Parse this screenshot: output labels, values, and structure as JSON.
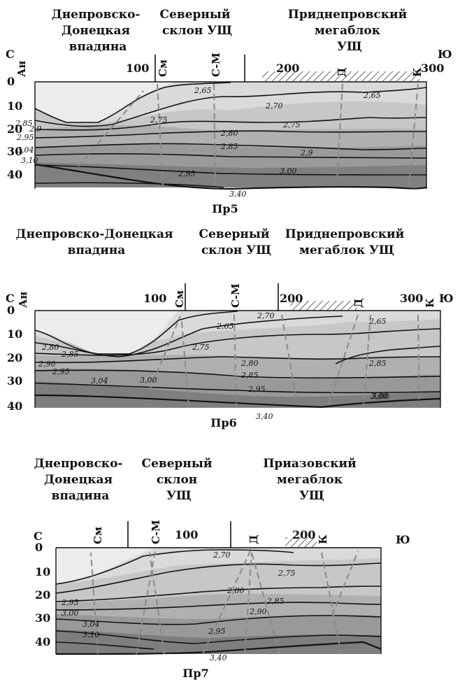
{
  "profiles": [
    {
      "id": "pr5",
      "name": "Пр5",
      "headers": {
        "left": [
          "Днепровско-",
          "Донецкая",
          "впадина"
        ],
        "middle": [
          "Северный",
          "склон УЩ"
        ],
        "right": [
          "Приднепровский",
          "мегаблок",
          "УЩ"
        ]
      },
      "dir_left": "С",
      "dir_right": "Ю",
      "depth_ticks": [
        "0",
        "10",
        "20",
        "30",
        "40"
      ],
      "distance_ticks": [
        "100",
        "200",
        "300"
      ],
      "faults": [
        "Ан",
        "См",
        "С-М",
        "Д",
        "К"
      ],
      "density_labels": [
        "2,65",
        "2,70",
        "2,75",
        "2,80",
        "2,85",
        "2,9",
        "2,95",
        "3,00",
        "2,65",
        "2,75",
        "2,85",
        "2,9",
        "2,95",
        "3,04",
        "3,10"
      ],
      "base_label": "3,40"
    },
    {
      "id": "pr6",
      "name": "Пр6",
      "headers": {
        "left": [
          "Днепровско-Донецкая",
          "впадина"
        ],
        "middle": [
          "Северный",
          "склон УЩ"
        ],
        "right": [
          "Приднепровский",
          "мегаблок  УЩ"
        ]
      },
      "dir_left": "С",
      "dir_right": "Ю",
      "depth_ticks": [
        "0",
        "10",
        "20",
        "30",
        "40"
      ],
      "distance_ticks": [
        "100",
        "200",
        "300"
      ],
      "faults": [
        "Ан",
        "См",
        "С-М",
        "Д",
        "К"
      ],
      "density_labels": [
        "2,65",
        "2,70",
        "2,75",
        "2,80",
        "2,85",
        "2,95",
        "3,00",
        "2,65",
        "2,85",
        "3,00",
        "2,80",
        "2,85",
        "2,90",
        "2,95",
        "3,04",
        "3,00"
      ],
      "base_label": "3,40"
    },
    {
      "id": "pr7",
      "name": "Пр7",
      "headers": {
        "left": [
          "Днепровско-",
          "Донецкая",
          "впадина"
        ],
        "middle": [
          "Северный",
          "склон",
          "УЩ"
        ],
        "right": [
          "Приазовский",
          "мегаблок",
          "УЩ"
        ]
      },
      "dir_left": "С",
      "dir_right": "Ю",
      "depth_ticks": [
        "0",
        "10",
        "20",
        "30",
        "40"
      ],
      "distance_ticks": [
        "100",
        "200"
      ],
      "faults": [
        "См",
        "С-М",
        "Д",
        "К"
      ],
      "density_labels": [
        "2,70",
        "2,75",
        "2,80",
        "2,85",
        "2,90",
        "2,95",
        "2,95",
        "3,00",
        "3,04",
        "3,10"
      ],
      "base_label": "3,40"
    }
  ]
}
